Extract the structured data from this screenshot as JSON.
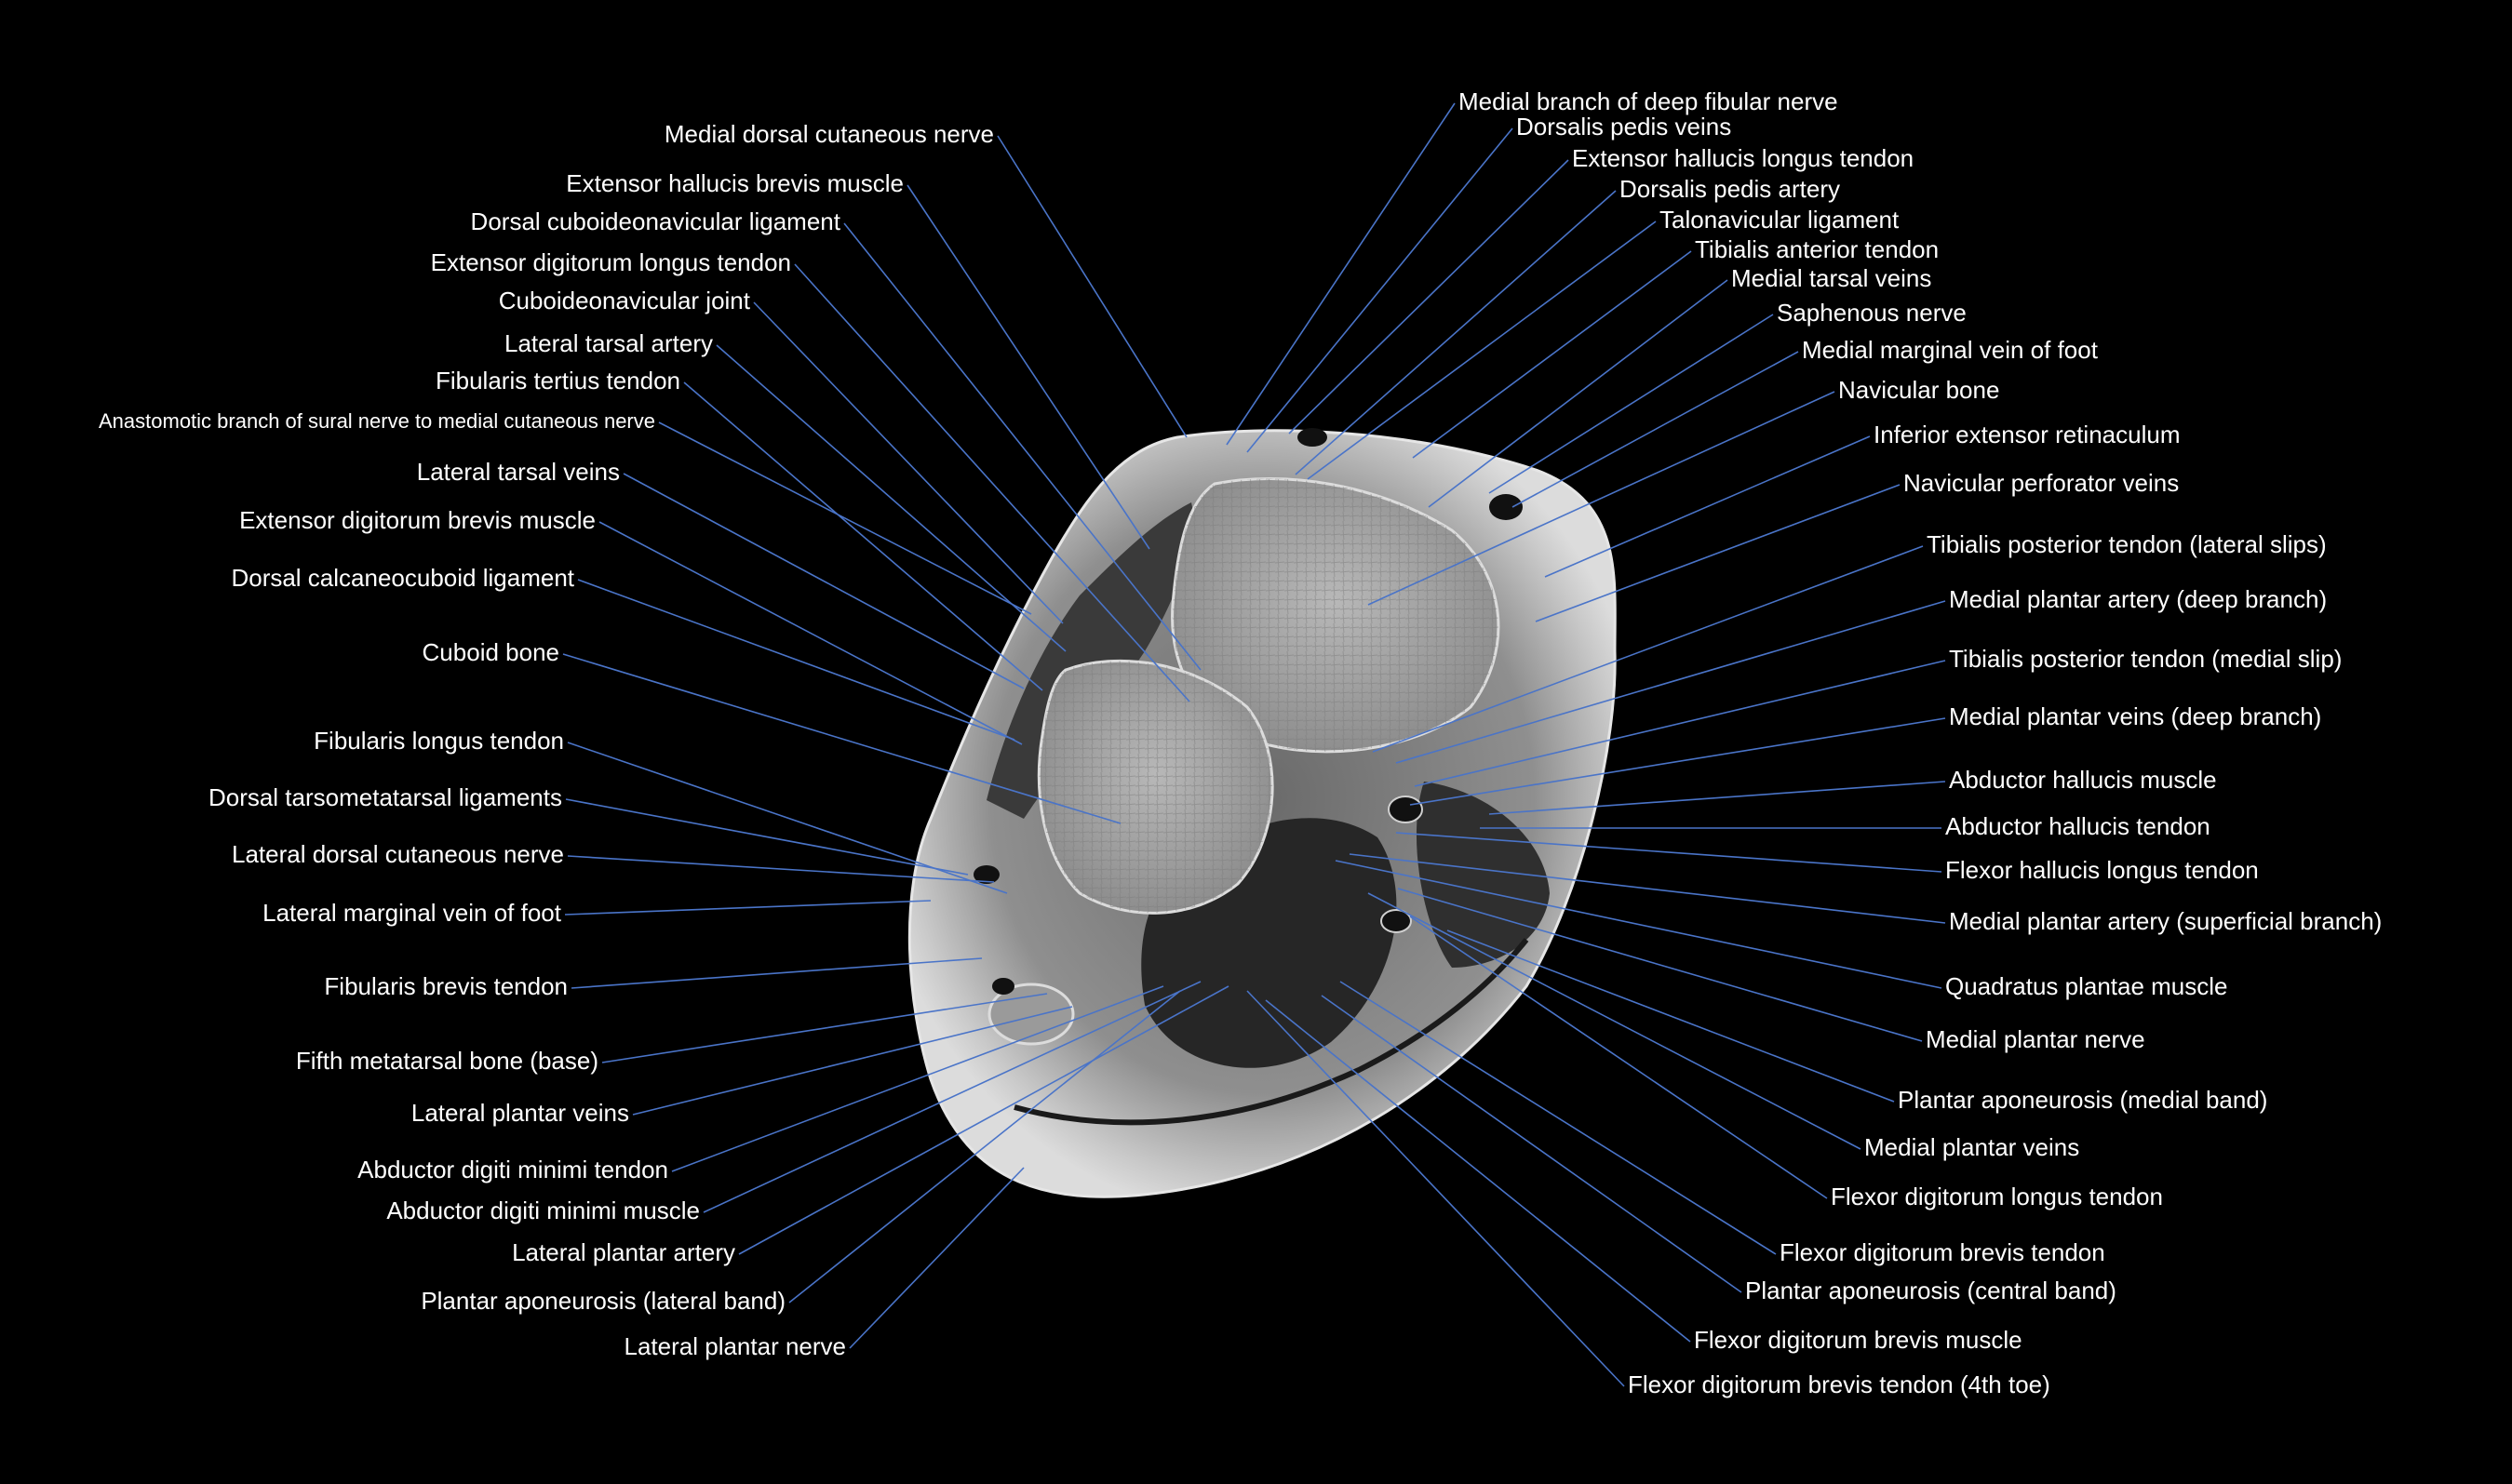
{
  "labels_left": [
    "Medial dorsal cutaneous nerve",
    "Extensor hallucis brevis muscle",
    "Dorsal cuboideonavicular ligament",
    "Extensor digitorum longus tendon",
    "Cuboideonavicular joint",
    "Lateral tarsal artery",
    "Fibularis tertius tendon",
    "Anastomotic branch of sural nerve to medial cutaneous nerve",
    "Lateral tarsal veins",
    "Extensor digitorum brevis muscle",
    "Dorsal calcaneocuboid ligament",
    "Cuboid bone",
    "Fibularis longus tendon",
    "Dorsal tarsometatarsal ligaments",
    "Lateral dorsal cutaneous nerve",
    "Lateral marginal vein of foot",
    "Fibularis brevis tendon",
    "Fifth metatarsal bone (base)",
    "Lateral plantar veins",
    "Abductor digiti minimi tendon",
    "Abductor digiti minimi muscle",
    "Lateral plantar artery",
    "Plantar aponeurosis (lateral band)",
    "Lateral plantar nerve"
  ],
  "labels_right": [
    "Medial branch of deep fibular nerve",
    "Dorsalis pedis veins",
    "Extensor hallucis longus tendon",
    "Dorsalis pedis artery",
    "Talonavicular ligament",
    "Tibialis anterior tendon",
    "Medial tarsal veins",
    "Saphenous nerve",
    "Medial marginal vein of foot",
    "Navicular bone",
    "Inferior extensor retinaculum",
    "Navicular perforator veins",
    "Tibialis posterior tendon (lateral slips)",
    "Medial plantar artery (deep branch)",
    "Tibialis posterior tendon (medial slip)",
    "Medial plantar veins (deep branch)",
    "Abductor hallucis muscle",
    "Abductor hallucis tendon",
    "Flexor hallucis longus tendon",
    "Medial plantar artery (superficial branch)",
    "Quadratus plantae muscle",
    "Medial plantar nerve",
    "Plantar aponeurosis (medial band)",
    "Medial plantar veins",
    "Flexor digitorum longus tendon",
    "Flexor digitorum brevis tendon",
    "Plantar aponeurosis (central band)",
    "Flexor digitorum brevis muscle",
    "Flexor digitorum brevis tendon (4th toe)"
  ],
  "colors": {
    "background": "#000000",
    "label_text": "#ffffff",
    "leader_line": "#4a74c8"
  }
}
